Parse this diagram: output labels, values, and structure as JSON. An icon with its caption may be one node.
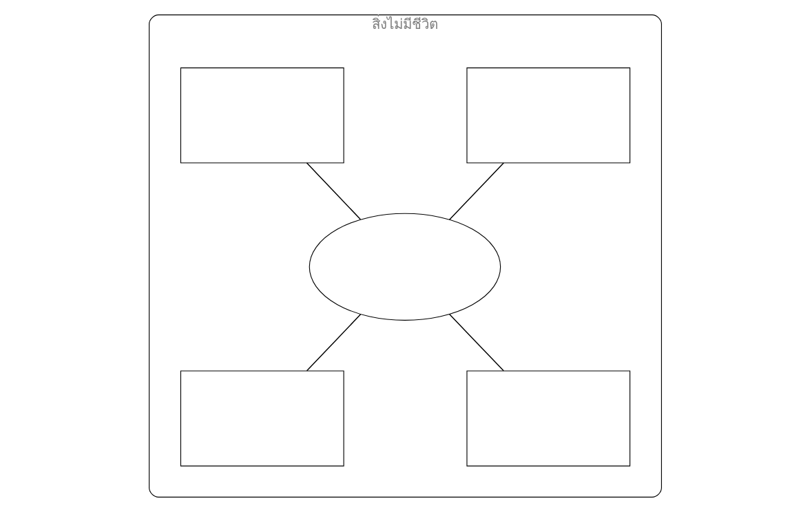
{
  "diagram": {
    "nodes": [
      {
        "text": [
          "สิ่งไม่มีชีวิต"
        ]
      },
      {
        "text": [],
        "shape": "box",
        "in": 0
      },
      {
        "text": [],
        "shape": "box",
        "in": 0
      },
      {
        "text": [],
        "shape": "ellipse",
        "in": 0
      },
      {
        "text": [],
        "shape": "box",
        "in": 0
      },
      {
        "text": [],
        "shape": "box",
        "in": 0
      }
    ],
    "edges": [
      {
        "from": 1,
        "to": 3,
        "arrow": "none"
      },
      {
        "from": 2,
        "to": 3,
        "arrow": "none"
      },
      {
        "from": 3,
        "to": 4,
        "arrow": "none"
      },
      {
        "from": 3,
        "to": 5,
        "arrow": "none"
      }
    ]
  }
}
